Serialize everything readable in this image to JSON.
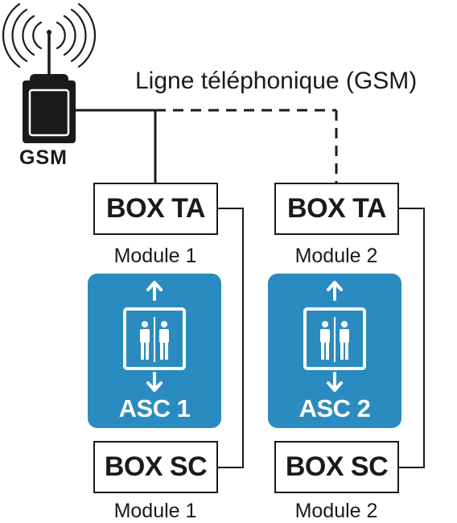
{
  "diagram": {
    "network_label": "Ligne téléphonique (GSM)",
    "gsm_label": "GSM",
    "antenna_icon": "gsm-antenna-icon",
    "elevator_icon": "elevator-icon",
    "colors": {
      "card": "#2a8bc0",
      "line": "#1a1a1a",
      "text": "#1a1a1a"
    },
    "modules": [
      {
        "box_ta_label": "BOX TA",
        "box_sc_label": "BOX SC",
        "top_module_label": "Module 1",
        "bottom_module_label": "Module 1",
        "elevator_label": "ASC 1",
        "ta_connection": "solid"
      },
      {
        "box_ta_label": "BOX TA",
        "box_sc_label": "BOX SC",
        "top_module_label": "Module 2",
        "bottom_module_label": "Module 2",
        "elevator_label": "ASC 2",
        "ta_connection": "dashed"
      }
    ]
  }
}
